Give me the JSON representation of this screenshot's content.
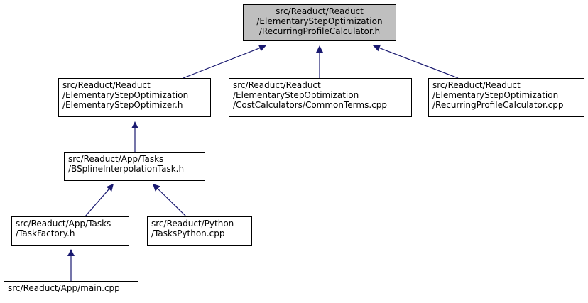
{
  "diagram": {
    "nodes": [
      {
        "id": "n0",
        "lines": [
          "src/Readuct/Readuct",
          "/ElementaryStepOptimization",
          "/RecurringProfileCalculator.h"
        ],
        "root": true
      },
      {
        "id": "n1",
        "lines": [
          "src/Readuct/Readuct",
          "/ElementaryStepOptimization",
          "/ElementaryStepOptimizer.h"
        ]
      },
      {
        "id": "n2",
        "lines": [
          "src/Readuct/Readuct",
          "/ElementaryStepOptimization",
          "/CostCalculators/CommonTerms.cpp"
        ]
      },
      {
        "id": "n3",
        "lines": [
          "src/Readuct/Readuct",
          "/ElementaryStepOptimization",
          "/RecurringProfileCalculator.cpp"
        ]
      },
      {
        "id": "n4",
        "lines": [
          "src/Readuct/App/Tasks",
          "/BSplineInterpolationTask.h"
        ]
      },
      {
        "id": "n5",
        "lines": [
          "src/Readuct/App/Tasks",
          "/TaskFactory.h"
        ]
      },
      {
        "id": "n6",
        "lines": [
          "src/Readuct/Python",
          "/TasksPython.cpp"
        ]
      },
      {
        "id": "n7",
        "lines": [
          "src/Readuct/App/main.cpp"
        ]
      }
    ],
    "edges": [
      {
        "from": "n1",
        "to": "n0"
      },
      {
        "from": "n2",
        "to": "n0"
      },
      {
        "from": "n3",
        "to": "n0"
      },
      {
        "from": "n4",
        "to": "n1"
      },
      {
        "from": "n5",
        "to": "n4"
      },
      {
        "from": "n6",
        "to": "n4"
      },
      {
        "from": "n7",
        "to": "n5"
      }
    ],
    "colors": {
      "edge": "#191970",
      "root_fill": "#bfbfbf",
      "node_fill": "#ffffff",
      "border": "#000000"
    }
  }
}
